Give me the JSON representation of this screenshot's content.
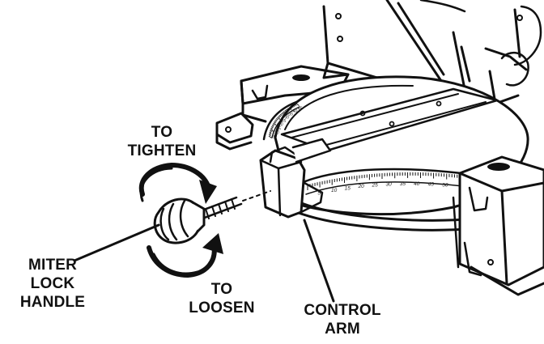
{
  "labels": {
    "to_tighten": [
      "TO",
      "TIGHTEN"
    ],
    "to_loosen": [
      "TO",
      "LOOSEN"
    ],
    "miter_lock_handle": [
      "MITER",
      "LOCK",
      "HANDLE"
    ],
    "control_arm": [
      "CONTROL",
      "ARM"
    ]
  },
  "scale": {
    "front_numbers": [
      "5",
      "10",
      "15",
      "20",
      "25",
      "30",
      "35",
      "40",
      "45",
      "50"
    ],
    "upper_numbers": [
      "5",
      "10",
      "15",
      "20",
      "25",
      "30",
      "35",
      "40",
      "45"
    ]
  }
}
